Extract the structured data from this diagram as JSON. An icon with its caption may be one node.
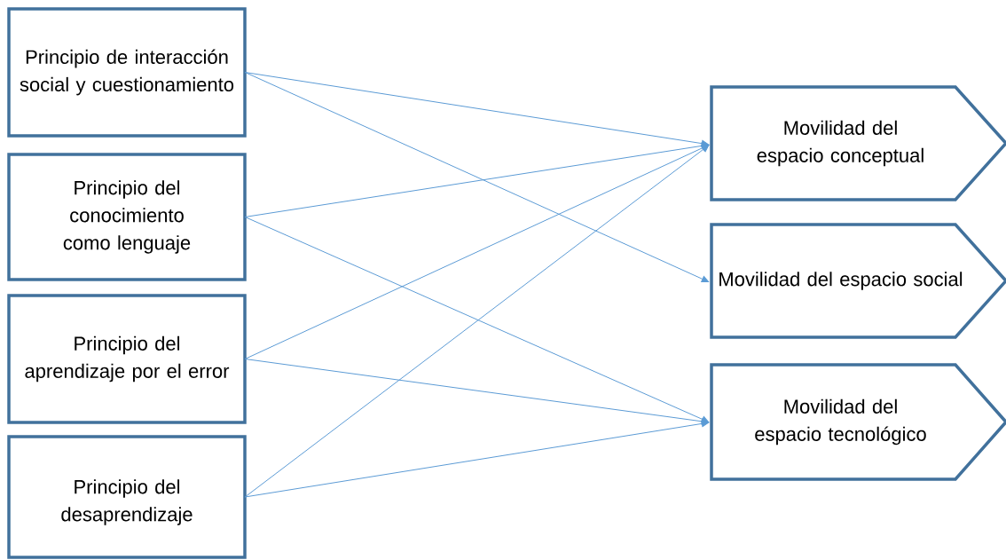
{
  "diagram": {
    "nodes": [
      {
        "text": [
          "Principio de interacción social y cuestionamiento"
        ]
      },
      {
        "text": [
          "Principio del conocimiento como lenguaje"
        ]
      },
      {
        "text": [
          "Principio del aprendizaje por el error"
        ]
      },
      {
        "text": [
          "Principio del desaprendizaje"
        ]
      },
      {
        "text": [
          "Movilidad del espacio conceptual"
        ]
      },
      {
        "text": [
          "Movilidad del espacio social"
        ]
      },
      {
        "text": [
          "Movilidad del espacio tecnológico"
        ]
      }
    ],
    "edges": [
      {
        "from": 0,
        "to": 4,
        "arrow": "to"
      },
      {
        "from": 0,
        "to": 5,
        "arrow": "to"
      },
      {
        "from": 1,
        "to": 4,
        "arrow": "to"
      },
      {
        "from": 1,
        "to": 6,
        "arrow": "to"
      },
      {
        "from": 2,
        "to": 4,
        "arrow": "to"
      },
      {
        "from": 2,
        "to": 6,
        "arrow": "to"
      },
      {
        "from": 3,
        "to": 4,
        "arrow": "to"
      },
      {
        "from": 3,
        "to": 6,
        "arrow": "to"
      }
    ]
  }
}
